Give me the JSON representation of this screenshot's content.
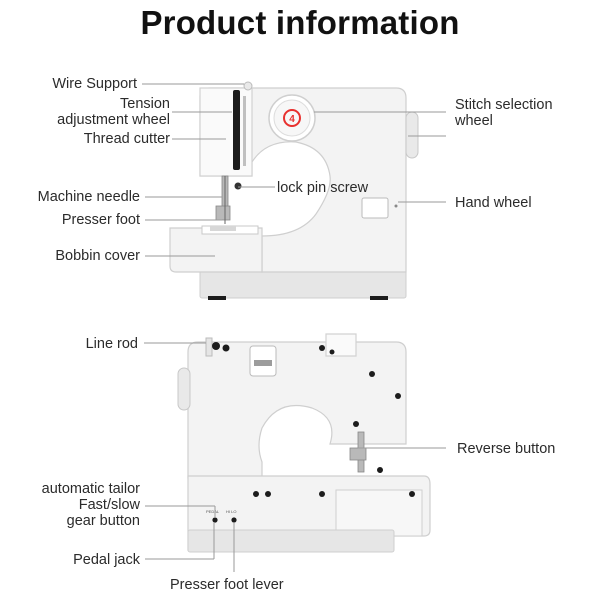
{
  "title": "Product information",
  "labels": {
    "wire_support": "Wire Support",
    "tension_line1": "Tension",
    "tension_line2": "adjustment wheel",
    "thread_cutter": "Thread cutter",
    "machine_needle": "Machine needle",
    "lock_pin_screw": "lock pin screw",
    "presser_foot": "Presser foot",
    "bobbin_cover": "Bobbin cover",
    "stitch_line1": "Stitch selection",
    "stitch_line2": "wheel",
    "hand_wheel": "Hand wheel",
    "line_rod": "Line rod",
    "reverse_button": "Reverse button",
    "auto_line1": "automatic tailor",
    "auto_line2": "Fast/slow",
    "auto_line3": "gear button",
    "pedal_jack": "Pedal jack",
    "presser_foot_lever": "Presser foot lever"
  },
  "dial_number": "4",
  "colors": {
    "accent": "#e8312f",
    "body": "#f3f3f3",
    "text": "#2b2b2b"
  }
}
